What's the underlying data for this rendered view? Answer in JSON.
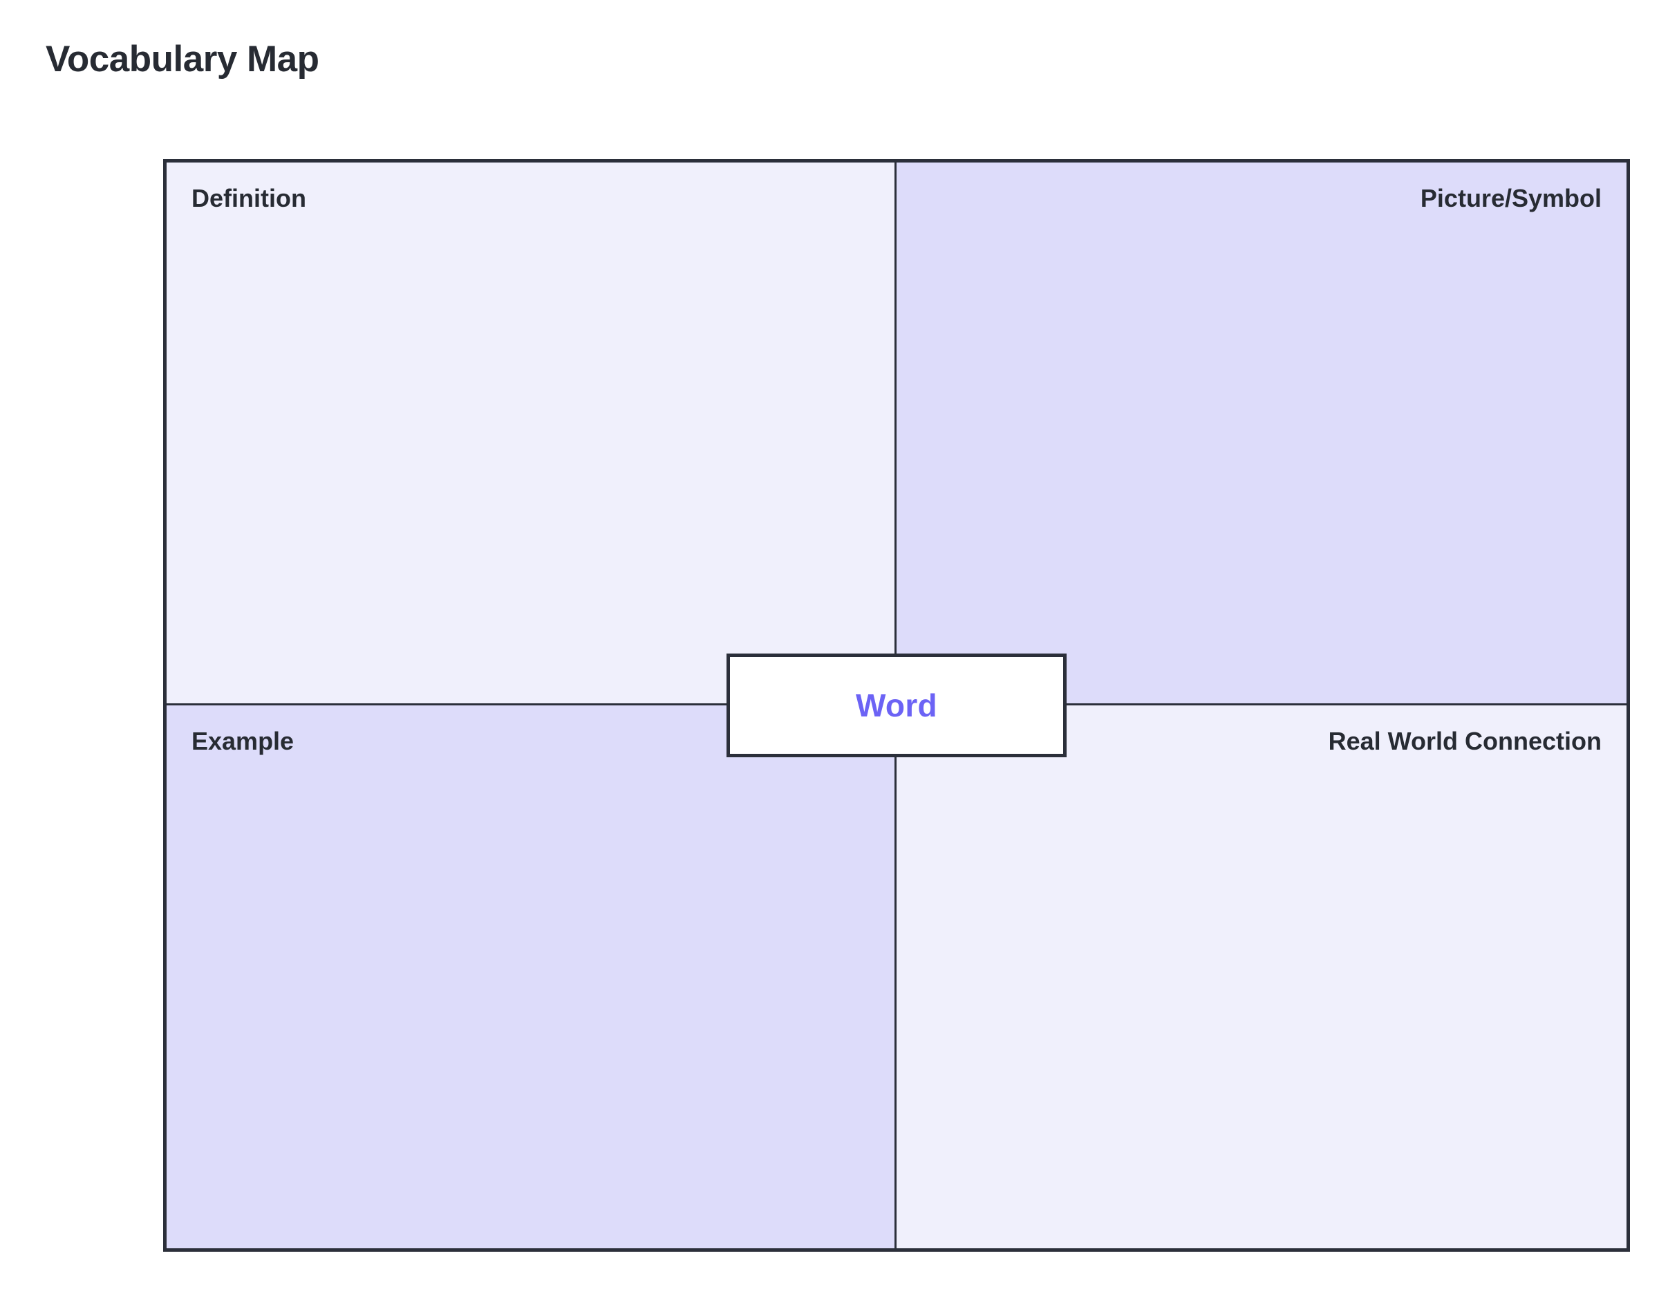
{
  "page": {
    "title": "Vocabulary Map",
    "background_color": "#ffffff"
  },
  "colors": {
    "border": "#2b2f3a",
    "quadrant_light": "#f0f0fc",
    "quadrant_dark": "#dddcfa",
    "label_text": "#272b33",
    "accent_word": "#6c63f5",
    "center_box_fill": "#ffffff"
  },
  "map": {
    "center": {
      "label": "Word",
      "value": ""
    },
    "quadrants": [
      {
        "key": "definition",
        "label": "Definition",
        "content": "",
        "align": "left",
        "fill": "#f0f0fc",
        "position": "top-left"
      },
      {
        "key": "picture_symbol",
        "label": "Picture/Symbol",
        "content": "",
        "align": "right",
        "fill": "#dddcfa",
        "position": "top-right"
      },
      {
        "key": "example",
        "label": "Example",
        "content": "",
        "align": "left",
        "fill": "#dddcfa",
        "position": "bottom-left"
      },
      {
        "key": "real_world_connection",
        "label": "Real World Connection",
        "content": "",
        "align": "right",
        "fill": "#f0f0fc",
        "position": "bottom-right"
      }
    ]
  }
}
